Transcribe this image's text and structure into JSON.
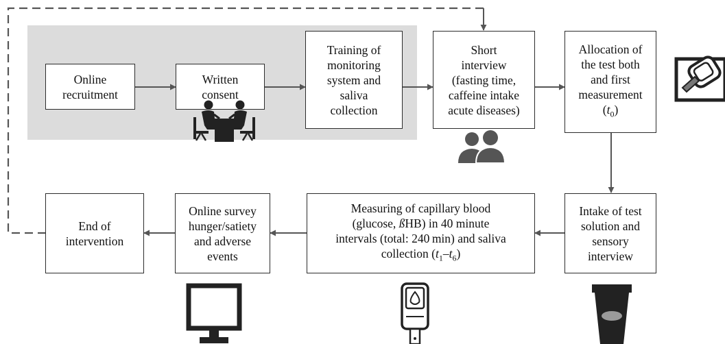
{
  "steps": {
    "online_recruitment": "Online\nrecruitment",
    "written_consent": "Written\nconsent",
    "training": "Training of\nmonitoring\nsystem and\nsaliva\ncollection",
    "short_interview": "Short\ninterview\n(fasting time,\ncaffeine intake\nacute diseases)",
    "allocation_line1": "Allocation of\nthe test both\nand first\nmeasurement",
    "allocation_t": "t",
    "allocation_t_sub": "0",
    "intake": "Intake of test\nsolution and\nsensory\ninterview",
    "measuring_line1": "Measuring of capillary blood",
    "measuring_line2_pre": "(glucose, ",
    "measuring_beta": "ß",
    "measuring_line2_post": "HB) in 40 minute",
    "measuring_line3": "intervals (total: 240 min) and saliva",
    "measuring_line4_pre": "collection (",
    "measuring_t1": "t",
    "measuring_sub1": "1",
    "measuring_dash": "–",
    "measuring_t6": "t",
    "measuring_sub6": "6",
    "measuring_line4_post": ")",
    "online_survey": "Online survey\nhunger/satiety\nand adverse\nevents",
    "end": "End of\nintervention"
  },
  "icons": [
    "meeting-icon",
    "people-icon",
    "smartwatch-icon",
    "monitor-icon",
    "glucometer-icon",
    "cup-icon"
  ],
  "colors": {
    "panel": "#dcdcdc",
    "border": "#2b2b2b",
    "arrow": "#555555",
    "icon": "#222222"
  }
}
